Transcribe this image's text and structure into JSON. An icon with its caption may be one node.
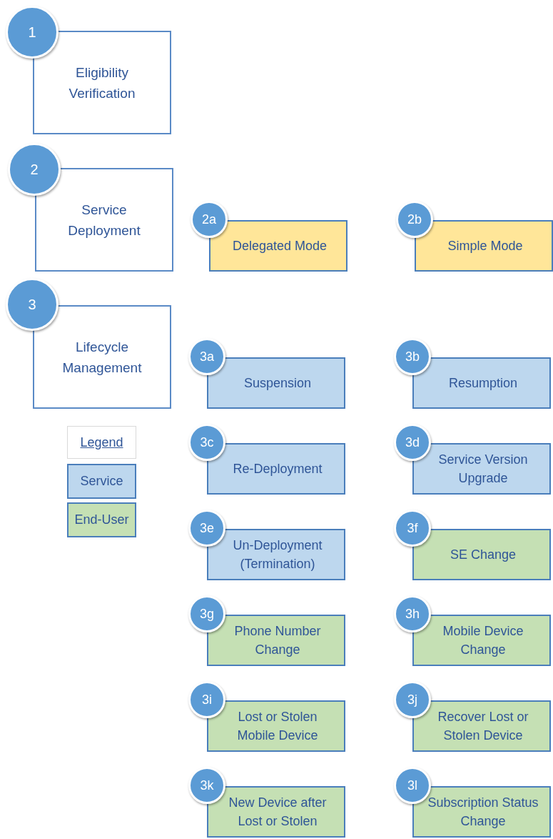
{
  "diagram": {
    "nodes": [
      {
        "text": [
          "1"
        ]
      },
      {
        "text": [
          "Eligibility Verification"
        ]
      },
      {
        "text": [
          "2"
        ]
      },
      {
        "text": [
          "Service Deployment"
        ]
      },
      {
        "text": [
          "2a"
        ]
      },
      {
        "text": [
          "Delegated Mode"
        ]
      },
      {
        "text": [
          "2b"
        ]
      },
      {
        "text": [
          "Simple Mode"
        ]
      },
      {
        "text": [
          "3"
        ]
      },
      {
        "text": [
          "Lifecycle Management"
        ]
      },
      {
        "text": [
          "3a"
        ]
      },
      {
        "text": [
          "Suspension"
        ]
      },
      {
        "text": [
          "3b"
        ]
      },
      {
        "text": [
          "Resumption"
        ]
      },
      {
        "text": [
          "3c"
        ]
      },
      {
        "text": [
          "Re-Deployment"
        ]
      },
      {
        "text": [
          "3d"
        ]
      },
      {
        "text": [
          "Service Version Upgrade"
        ]
      },
      {
        "text": [
          "3e"
        ]
      },
      {
        "text": [
          "Un-Deployment (Termination)"
        ]
      },
      {
        "text": [
          "3f"
        ]
      },
      {
        "text": [
          "SE Change"
        ]
      },
      {
        "text": [
          "3g"
        ]
      },
      {
        "text": [
          "Phone Number Change"
        ]
      },
      {
        "text": [
          "3h"
        ]
      },
      {
        "text": [
          "Mobile Device Change"
        ]
      },
      {
        "text": [
          "3i"
        ]
      },
      {
        "text": [
          "Lost or Stolen Mobile Device"
        ]
      },
      {
        "text": [
          "3j"
        ]
      },
      {
        "text": [
          "Recover Lost or Stolen Device"
        ]
      },
      {
        "text": [
          "3k"
        ]
      },
      {
        "text": [
          "New Device after Lost or Stolen"
        ]
      },
      {
        "text": [
          "3l"
        ]
      },
      {
        "text": [
          "Subscription Status Change"
        ]
      }
    ],
    "labels": [
      "Legend"
    ],
    "legend": [
      {
        "text": "Service",
        "color": "#bdd7ee"
      },
      {
        "text": "End-User",
        "color": "#c5e0b4"
      }
    ]
  }
}
